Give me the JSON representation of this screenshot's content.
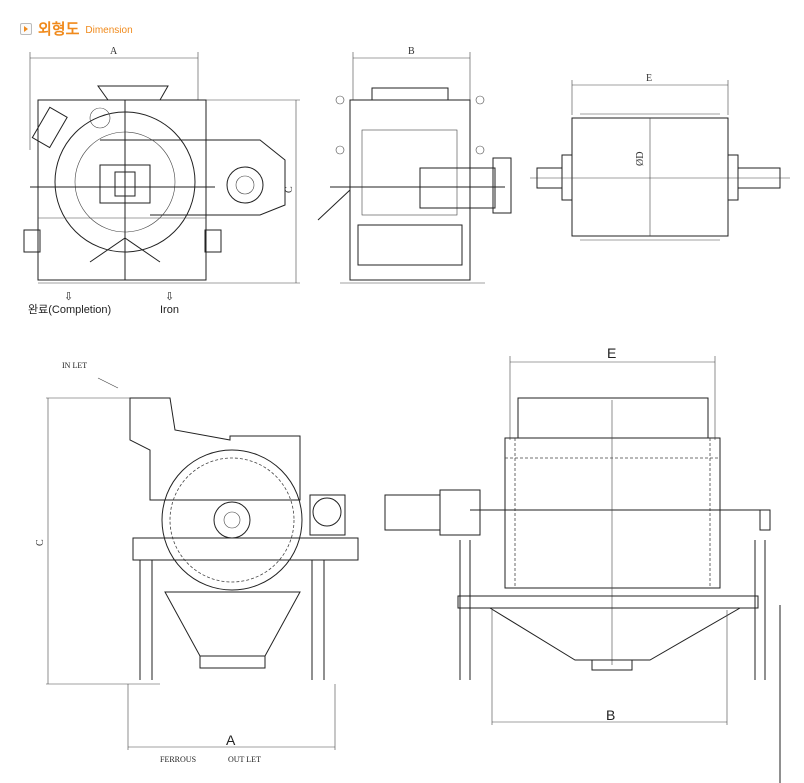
{
  "header": {
    "title": "외형도",
    "subtitle": "Dimension",
    "icon": "play-bullet-icon"
  },
  "top_drawings": {
    "side_view": {
      "dim_a": "A",
      "dim_c": "C",
      "outlet_completion": "완료(Completion)",
      "outlet_iron": "Iron",
      "arrow_glyph": "⇩"
    },
    "front_view": {
      "dim_b": "B"
    },
    "drum_view": {
      "dim_e": "E",
      "dim_d": "ØD"
    }
  },
  "bottom_drawings": {
    "side_view": {
      "inlet": "IN LET",
      "dim_c": "C",
      "dim_a": "A",
      "ferrous": "FERROUS",
      "outlet": "OUT LET"
    },
    "front_view": {
      "dim_e": "E",
      "dim_b": "B"
    }
  }
}
